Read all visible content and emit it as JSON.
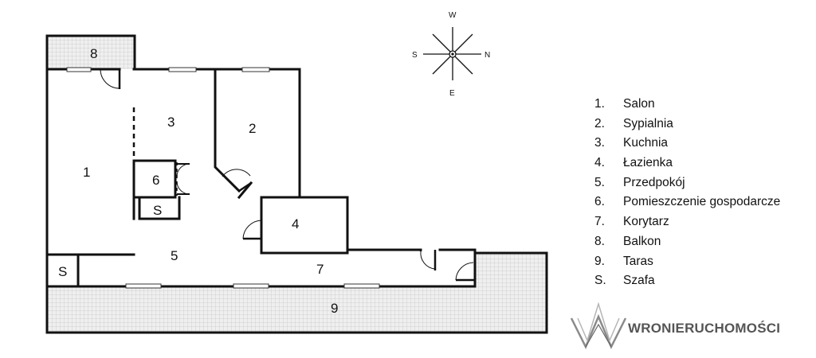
{
  "compass": {
    "north": "N",
    "south": "S",
    "east": "E",
    "west": "W"
  },
  "rooms": [
    {
      "key": "r1",
      "label": "1"
    },
    {
      "key": "r2",
      "label": "2"
    },
    {
      "key": "r3",
      "label": "3"
    },
    {
      "key": "r4",
      "label": "4"
    },
    {
      "key": "r5",
      "label": "5"
    },
    {
      "key": "r6",
      "label": "6"
    },
    {
      "key": "r7",
      "label": "7"
    },
    {
      "key": "r8",
      "label": "8"
    },
    {
      "key": "r9",
      "label": "9"
    },
    {
      "key": "s1",
      "label": "S"
    },
    {
      "key": "s2",
      "label": "S"
    }
  ],
  "legend": [
    {
      "key": "1.",
      "name": "Salon"
    },
    {
      "key": "2.",
      "name": "Sypialnia"
    },
    {
      "key": "3.",
      "name": "Kuchnia"
    },
    {
      "key": "4.",
      "name": "Łazienka"
    },
    {
      "key": "5.",
      "name": "Przedpokój"
    },
    {
      "key": "6.",
      "name": "Pomieszczenie gospodarcze"
    },
    {
      "key": "7.",
      "name": "Korytarz"
    },
    {
      "key": "8.",
      "name": "Balkon"
    },
    {
      "key": "9.",
      "name": "Taras"
    },
    {
      "key": "S.",
      "name": "Szafa"
    }
  ],
  "logo": {
    "text": "WRONIERUCHOMOŚCI"
  }
}
